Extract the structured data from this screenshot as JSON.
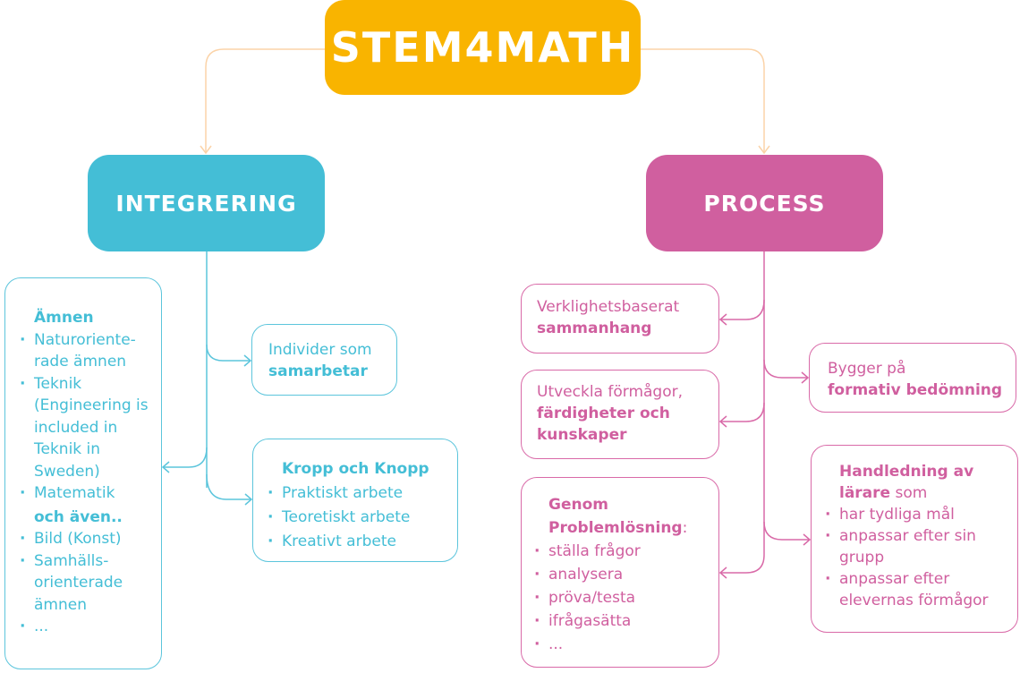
{
  "root": {
    "label": "STEM4MATH",
    "color": "#f9b400"
  },
  "branches": {
    "integrering": {
      "label": "INTEGRERING",
      "color": "#44bed6",
      "amnen": {
        "heading": "Ämnen",
        "items": [
          "Naturoriente-rade ämnen",
          "Teknik (Engineering is included in Teknik in Sweden)",
          "Matematik"
        ],
        "subheading": "och även..",
        "more_items": [
          "Bild (Konst)",
          "Samhälls-orienterade ämnen",
          "..."
        ]
      },
      "individer": {
        "text": "Individer som",
        "bold": "samarbetar"
      },
      "kropp": {
        "heading": "Kropp och Knopp",
        "items": [
          "Praktiskt arbete",
          "Teoretiskt arbete",
          "Kreativt arbete"
        ]
      }
    },
    "process": {
      "label": "PROCESS",
      "color": "#d05f9f",
      "verklighet": {
        "text": "Verklighetsbaserat",
        "bold": "sammanhang"
      },
      "utveckla": {
        "text": "Utveckla förmågor,",
        "bold": "färdigheter och kunskaper"
      },
      "genom": {
        "text": "Genom",
        "bold": "Problemlösning",
        "suffix": ":",
        "items": [
          "ställa frågor",
          "analysera",
          "pröva/testa",
          "ifrågasätta",
          "..."
        ]
      },
      "bygger": {
        "text": "Bygger på",
        "bold": "formativ bedömning"
      },
      "handledning": {
        "text": "Handledning av",
        "bold": "lärare",
        "suffix": " som",
        "items": [
          "har tydliga mål",
          "anpassar efter sin grupp",
          "anpassar efter elevernas förmågor"
        ]
      }
    }
  },
  "connector_colors": {
    "root": "#fbd3a8",
    "integrering": "#5cc5dc",
    "process": "#d96aa8"
  }
}
